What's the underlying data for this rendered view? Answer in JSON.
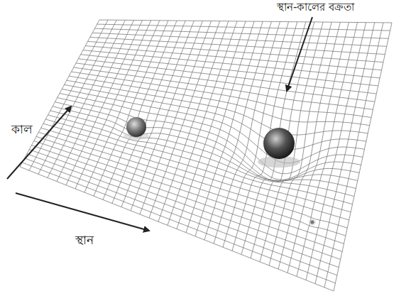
{
  "diagram": {
    "labels": [
      "স্থান-কালের বক্রতা",
      "কাল",
      "স্থান"
    ]
  }
}
